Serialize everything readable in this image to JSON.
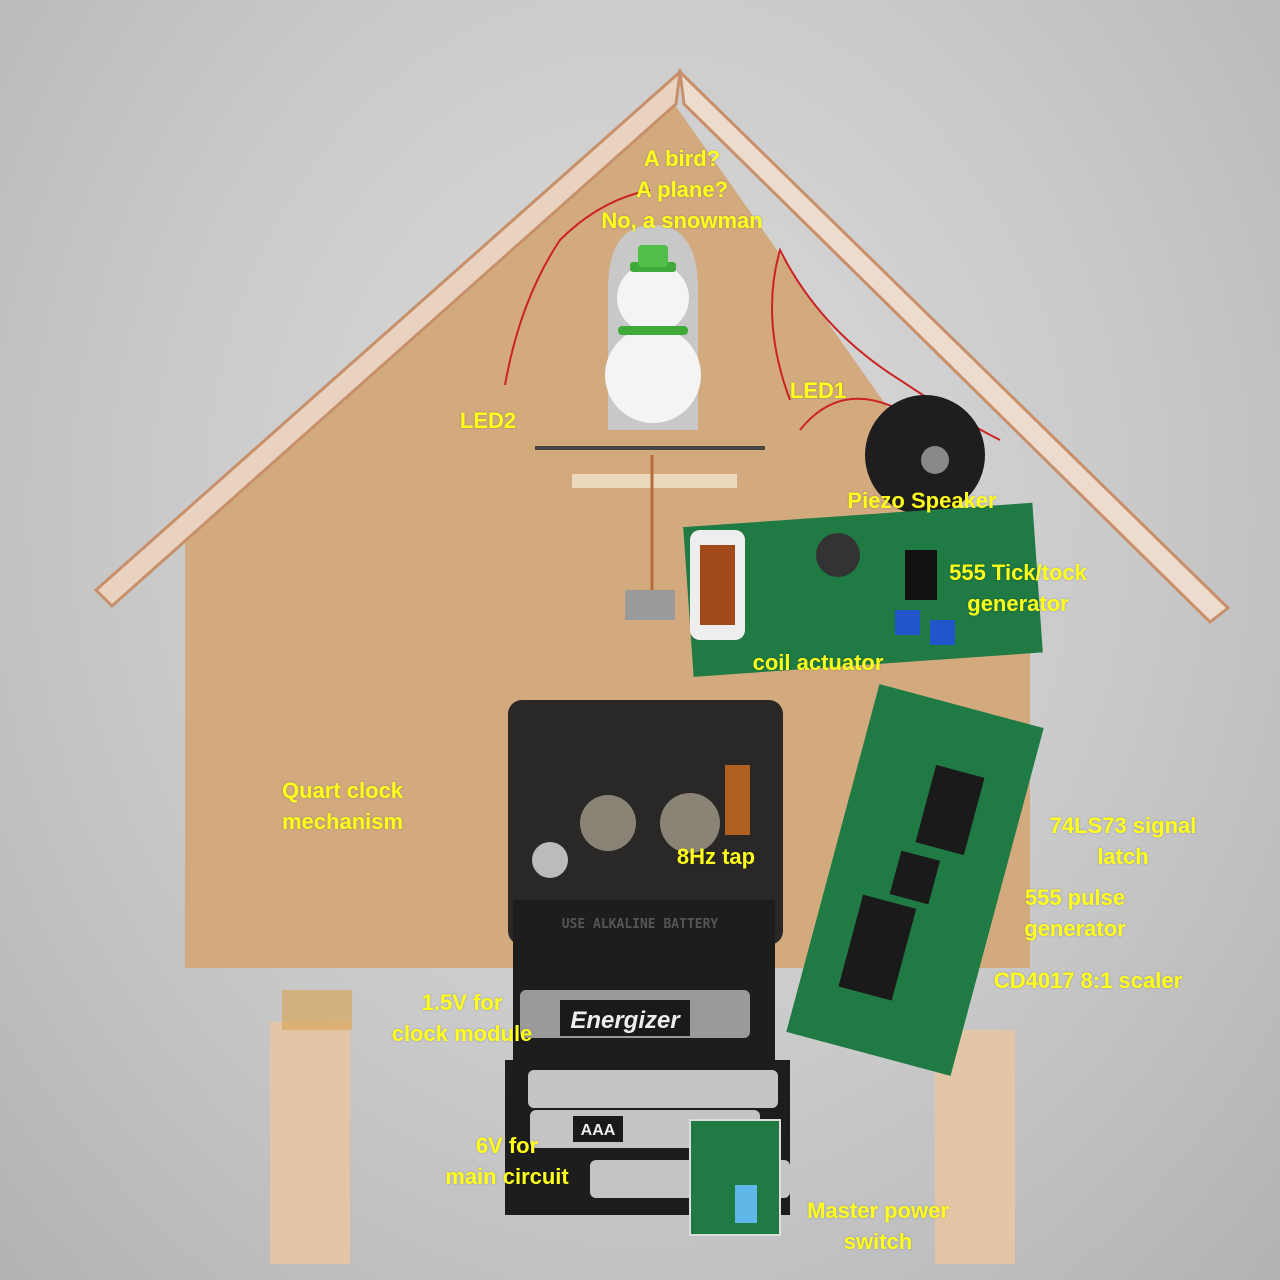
{
  "colors": {
    "label": "#ffff1a",
    "board": "#1f7a44",
    "wall": "#d2aa7e",
    "background": "#c9c9c9"
  },
  "labels": {
    "snowman": [
      "A bird?",
      "A plane?",
      "No, a snowman"
    ],
    "led2": "LED2",
    "led1": "LED1",
    "piezo": "Piezo Speaker",
    "tick_tock": [
      "555 Tick/tock",
      "generator"
    ],
    "coil": "coil actuator",
    "quartz": [
      "Quart clock",
      "mechanism"
    ],
    "tap": "8Hz tap",
    "latch": [
      "74LS73 signal",
      "latch"
    ],
    "pulse": [
      "555 pulse",
      "generator"
    ],
    "scaler": "CD4017 8:1 scaler",
    "clock_battery": [
      "1.5V for",
      "clock module"
    ],
    "main_battery": [
      "6V for",
      "main circuit"
    ],
    "switch": [
      "Master power",
      "switch"
    ]
  },
  "printed": {
    "battery_brand": "Energizer",
    "battery_size": "AAA",
    "battery_holder": "USE ALKALINE BATTERY"
  }
}
